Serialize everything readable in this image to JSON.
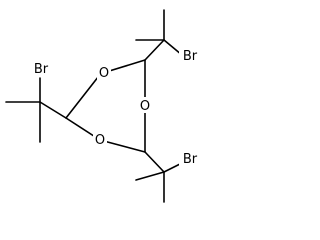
{
  "molecule": {
    "atoms": {
      "ring_oxygen_top": "O",
      "ring_oxygen_left": "O",
      "ring_oxygen_right": "O",
      "bromine_left": "Br",
      "bromine_top_right": "Br",
      "bromine_bottom_right": "Br"
    }
  }
}
